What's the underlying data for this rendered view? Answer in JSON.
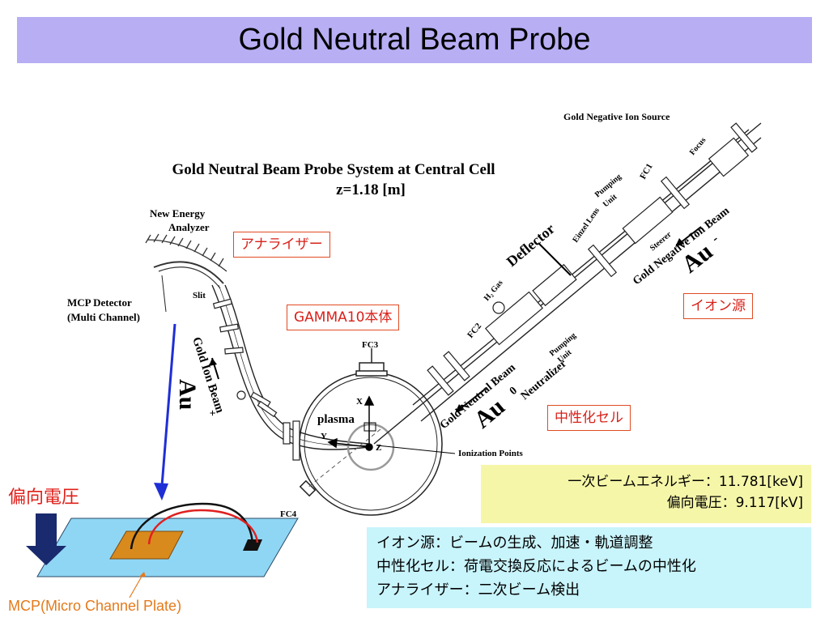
{
  "header": {
    "title": "Gold Neutral Beam Probe"
  },
  "diagram": {
    "system_title_line1": "Gold Neutral Beam Probe System at Central Cell",
    "system_title_line2": "z=1.18 [m]",
    "new_energy_analyzer_1": "New Energy",
    "new_energy_analyzer_2": "Analyzer",
    "mcp_detector_1": "MCP Detector",
    "mcp_detector_2": "(Multi Channel)",
    "slit": "Slit",
    "gold_ion_beam": "Gold Ion Beam",
    "au_plus_base": "Au",
    "au_plus_sup": "+",
    "fc3": "FC3",
    "fc4": "FC4",
    "fc2": "FC2",
    "fc1": "FC1",
    "plasma": "plasma",
    "axis_x": "X",
    "axis_y": "Y",
    "axis_z": "Z",
    "ionization_points": "Ionization Points",
    "gold_neutral_beam": "Gold Neutral Beam",
    "au_zero_base": "Au",
    "au_zero_sup": "0",
    "neutralizer": "Neutralizer",
    "h2_gas": "H₂ Gas",
    "pumping_unit_lower_1": "Pumping",
    "pumping_unit_lower_2": "Unit",
    "deflector": "Deflector",
    "einzel_lens": "Einzel Lens",
    "pumping_unit_upper_1": "Pumping",
    "pumping_unit_upper_2": "Unit",
    "focus": "Focus",
    "steerer": "Steerer",
    "gold_negative_ion_beam": "Gold Negative Ion Beam",
    "au_minus_base": "Au",
    "au_minus_sup": "-",
    "gold_negative_ion_source": "Gold Negative Ion Source"
  },
  "callouts": {
    "analyzer": "アナライザー",
    "gamma10": "GAMMA10本体",
    "ion_source": "イオン源",
    "neutralizer_cell": "中性化セル"
  },
  "params": {
    "line1": "一次ビームエネルギー：11.781[keV]",
    "line2": "偏向電圧：9.117[kV]"
  },
  "summary": {
    "line1": "イオン源：ビームの生成、加速・軌道調整",
    "line2": "中性化セル：荷電交換反応によるビームの中性化",
    "line3": "アナライザー：二次ビーム検出"
  },
  "mcp": {
    "bias_voltage": "偏向電圧",
    "caption": "MCP(Micro Channel Plate)"
  },
  "colors": {
    "title_bar": "#b7aef4",
    "callout_border": "#e04b22",
    "callout_text": "#d8211a",
    "params_bg": "#f5f6a8",
    "summary_bg": "#c8f4fb",
    "arrow_blue": "#1f2fd6",
    "plate_blue": "#8fd6f4",
    "mcp_gold": "#d98a1c"
  }
}
